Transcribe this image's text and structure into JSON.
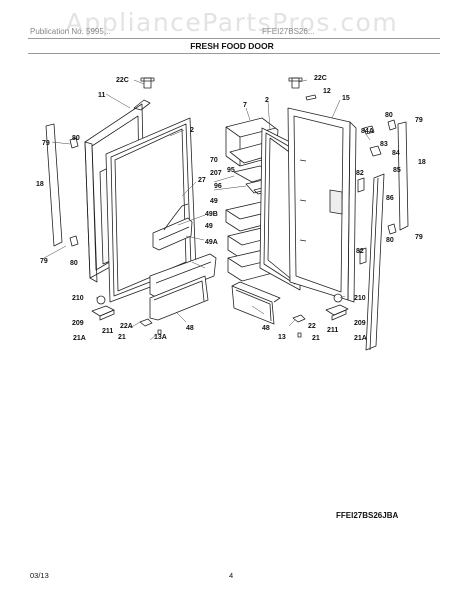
{
  "watermark": "AppliancePartsPros.com",
  "header": {
    "left": "Publication No. 5995...",
    "right": "FFEI27BS26..."
  },
  "title": "FRESH FOOD DOOR",
  "callouts": {
    "c22C_l": "22C",
    "c11": "11",
    "c2_l": "2",
    "c79_lt": "79",
    "c80_lt": "80",
    "c18_l": "18",
    "c79_lb": "79",
    "c80_lb": "80",
    "c27": "27",
    "c49B": "49B",
    "c49_l": "49",
    "c49A": "49A",
    "c210_l": "210",
    "c209_l": "209",
    "c211_l": "211",
    "c21A_l": "21A",
    "c22A": "22A",
    "c48_l": "48",
    "c21_l": "21",
    "c13A": "13A",
    "c7": "7",
    "c70": "70",
    "c207": "207",
    "c95": "95",
    "c96": "96",
    "c49_c": "49",
    "c22C_r": "22C",
    "c12": "12",
    "c2_r": "2",
    "c15": "15",
    "c84A": "84A",
    "c83": "83",
    "c84": "84",
    "c85": "85",
    "c82_t": "82",
    "c86": "86",
    "c82_b": "82",
    "c80_rt": "80",
    "c79_rt": "79",
    "c18_r": "18",
    "c80_rb": "80",
    "c79_rb": "79",
    "c48_r": "48",
    "c13": "13",
    "c22": "22",
    "c21_r": "21",
    "c210_r": "210",
    "c209_r": "209",
    "c211_r": "211",
    "c21A_r": "21A"
  },
  "model": "FFEI27BS26JBA",
  "footer": {
    "date": "03/13",
    "page": "4"
  }
}
